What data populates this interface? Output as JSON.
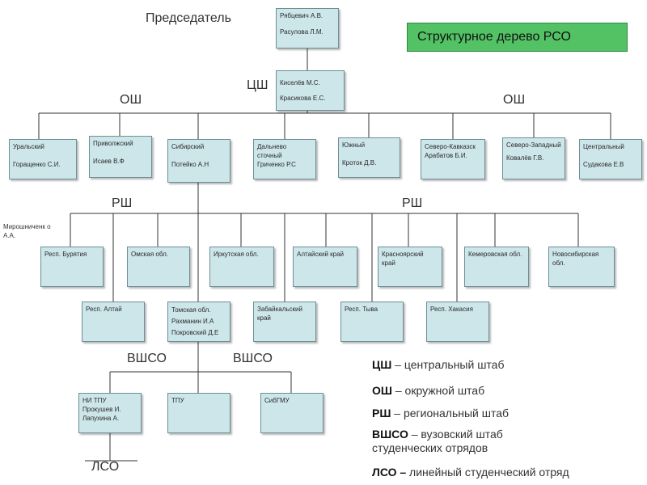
{
  "title": "Структурное дерево РСО",
  "labels": {
    "chairman": "Председатель",
    "csh": "ЦШ",
    "osh_left": "ОШ",
    "osh_right": "ОШ",
    "rsh_left": "РШ",
    "rsh_right": "РШ",
    "vshso_left": "ВШСО",
    "vshso_right": "ВШСО",
    "lso": "ЛСО",
    "miroshnichenko": "Мирошниченк о А.А."
  },
  "chairman_box": [
    "Рябцевич А.В.",
    "Расулова Л.М."
  ],
  "csh_box": [
    "Киселёв М.С.",
    "Красикова Е.С."
  ],
  "districts": [
    [
      "Уральский",
      "Горащенко С.И."
    ],
    [
      "Приволжский",
      "Исаев В.Ф"
    ],
    [
      "Сибирский",
      "Потейко А.Н"
    ],
    [
      "Дальнево сточный",
      "Гриченко Р.С"
    ],
    [
      "Южный",
      "Кроток Д.В."
    ],
    [
      "Северо-Кавказск",
      "Арабатов Б.И."
    ],
    [
      "Северо-Западный",
      "Ковалёв Г.В."
    ],
    [
      "Центральный",
      "Судакова Е.В"
    ]
  ],
  "regions_row1": [
    "Респ. Бурятия",
    "Омская обл.",
    "Иркутская обл.",
    "Алтайский край",
    "Красноярский край",
    "Кемеровская обл.",
    "Новосибирская обл."
  ],
  "regions_row2": [
    "Респ. Алтай",
    "Томская обл. Рахманин И.А Покровский Д.Е",
    "Забайкальский край",
    "Респ. Тыва",
    "Респ. Хакасия"
  ],
  "universities": [
    "НИ ТПУ Прокушев И. Лапухина А.",
    "ТПУ",
    "СибГМУ"
  ],
  "legend": [
    {
      "abbr": "ЦШ",
      "text": " – центральный штаб"
    },
    {
      "abbr": "ОШ",
      "text": " – окружной штаб"
    },
    {
      "abbr": "РШ",
      "text": " – региональный штаб"
    },
    {
      "abbr": "ВШСО",
      "text": " – вузовский штаб студенческих отрядов"
    },
    {
      "abbr": "ЛСО –",
      "text": " линейный студенческий отряд"
    }
  ],
  "colors": {
    "box_fill": "#cde6ea",
    "box_border": "#6d8f96",
    "title_fill": "#52c264",
    "line": "#333333"
  }
}
